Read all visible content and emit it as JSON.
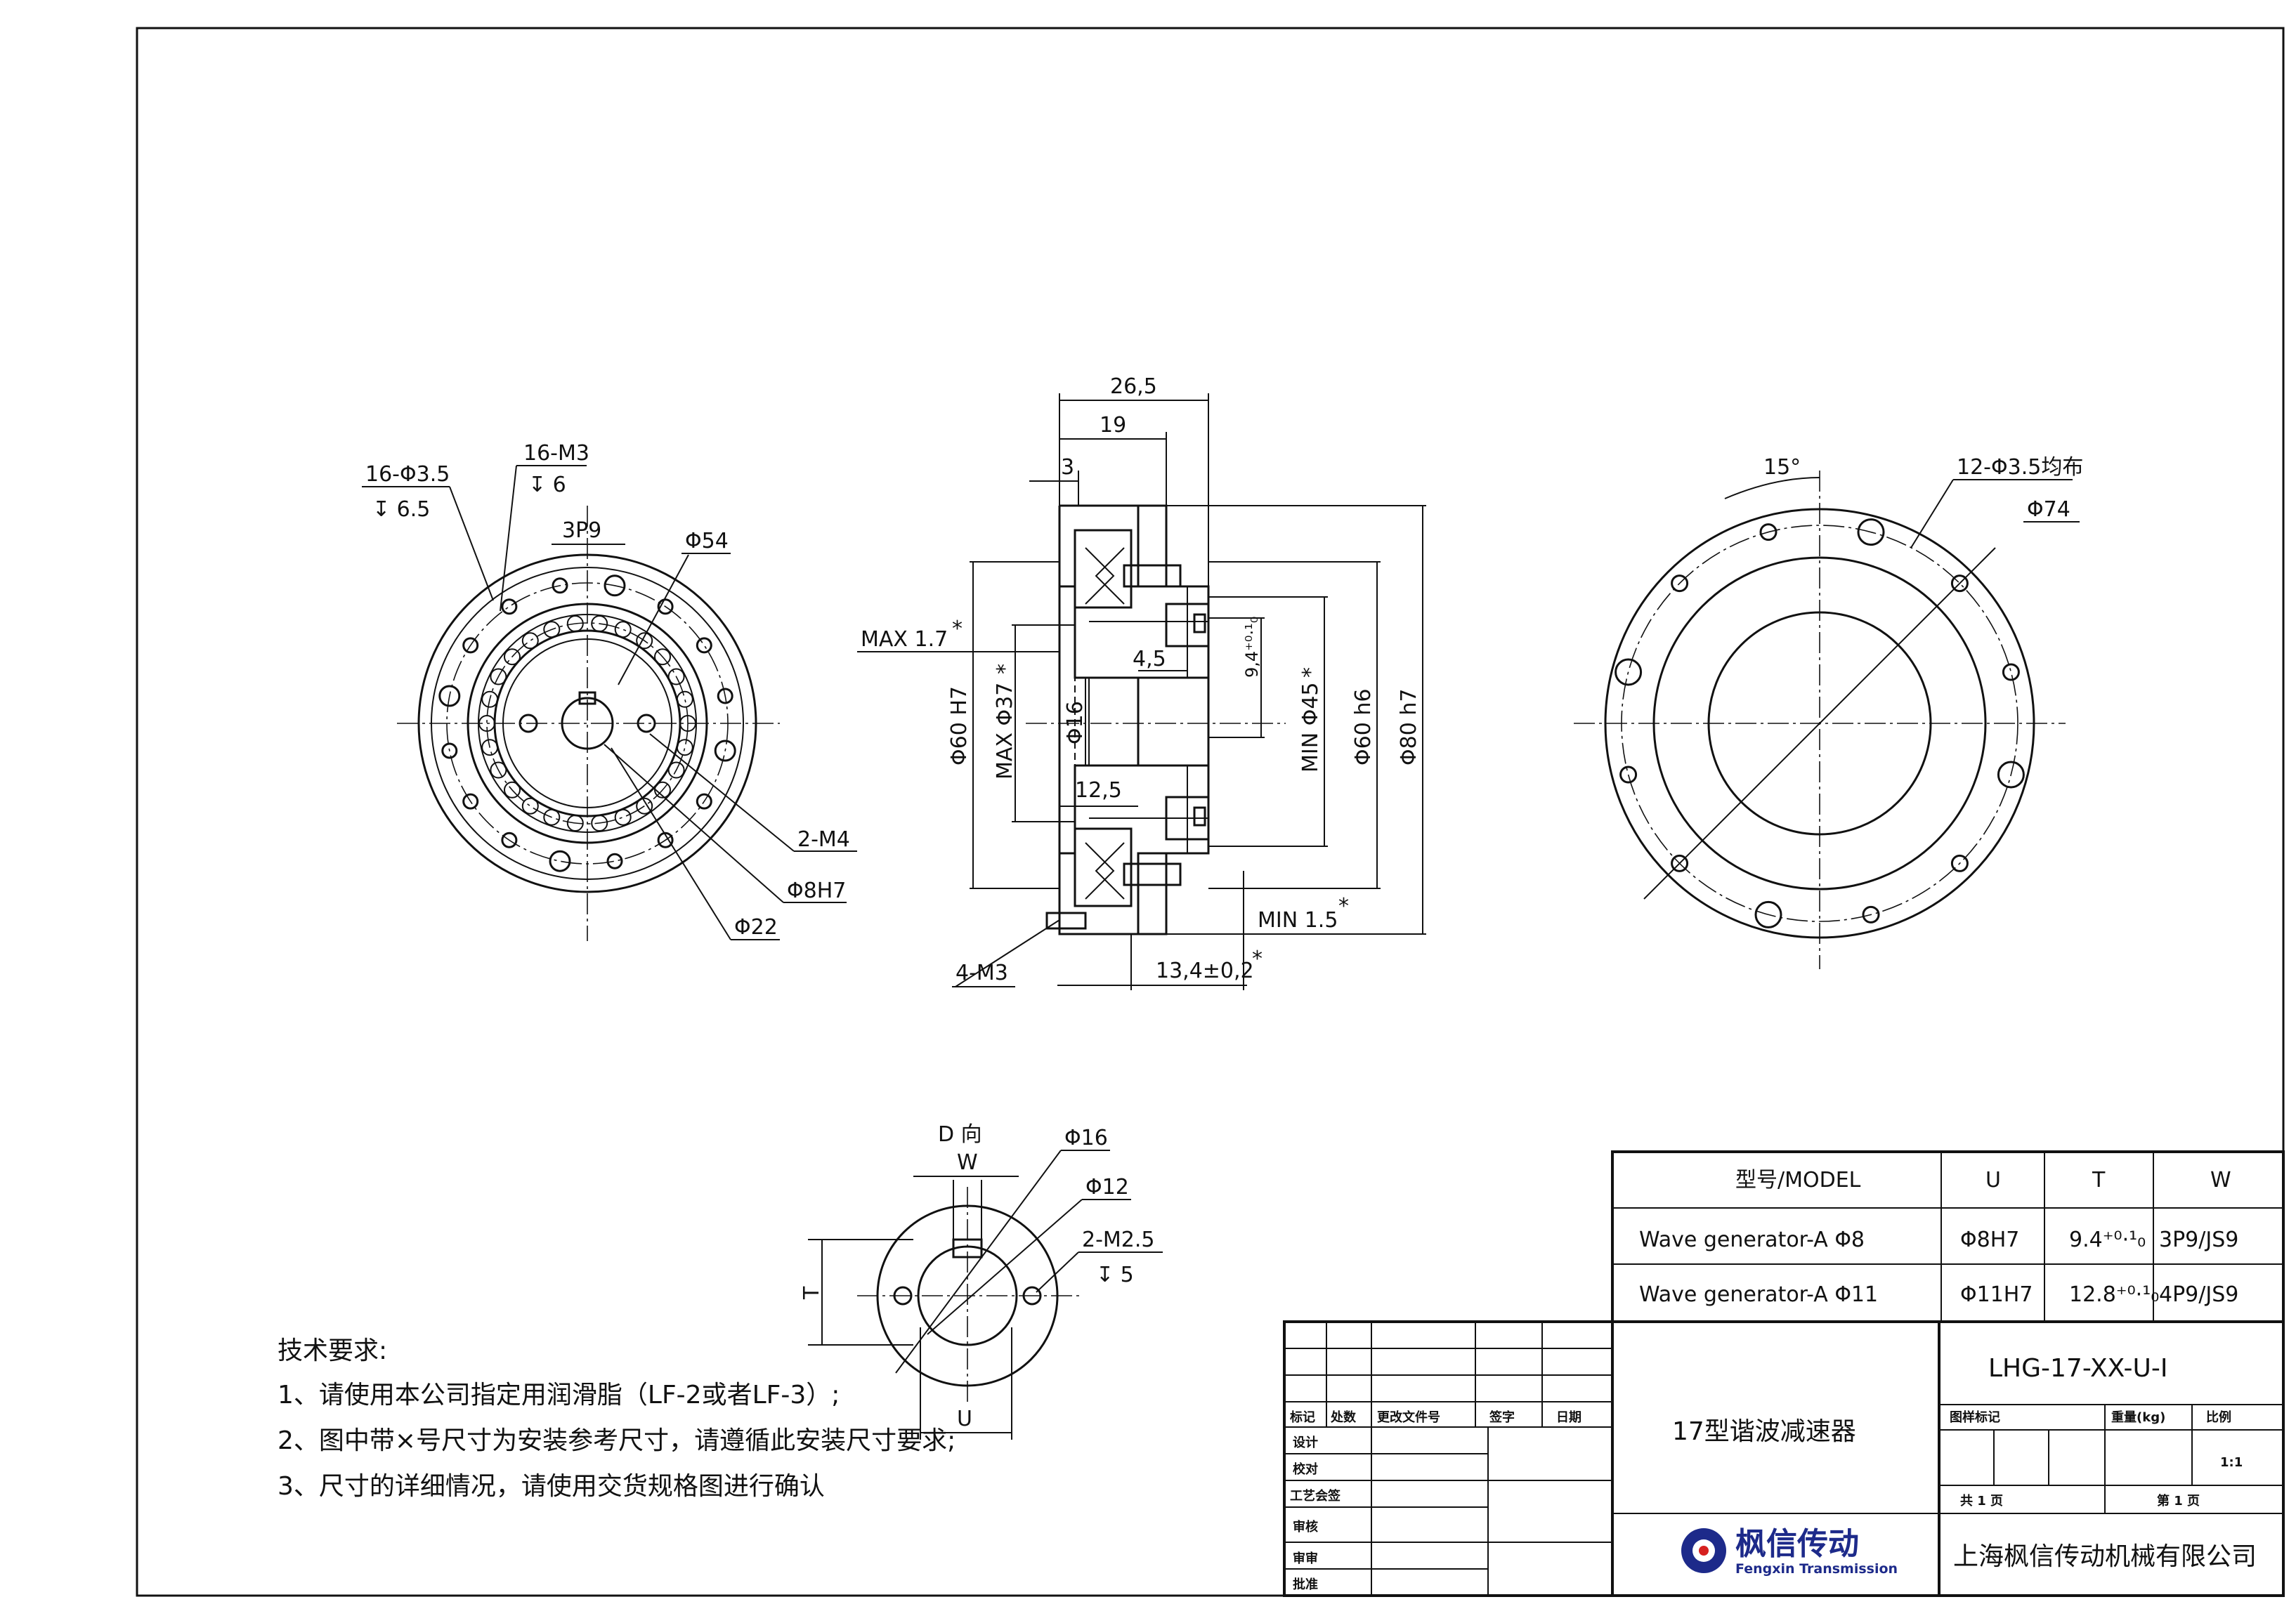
{
  "views": {
    "front": {
      "hole_a": "16-Φ3.5",
      "hole_a_depth": "↧ 6.5",
      "hole_b": "16-M3",
      "hole_b_depth": "↧ 6",
      "keyway": "3P9",
      "pcd": "Φ54",
      "tapped": "2-M4",
      "bore": "Φ8H7",
      "hub": "Φ22"
    },
    "section": {
      "w_total": "26,5",
      "w_19": "19",
      "w_3": "3",
      "max_gap": "MAX 1.7",
      "star": "*",
      "d60_h7": "Φ60 H7",
      "max_d37": "MAX Φ37",
      "d16": "Φ16",
      "w_4_5": "4,5",
      "h_9_4": "9,4⁺⁰·¹₀",
      "min_d45": "MIN Φ45",
      "d60_h6": "Φ60 h6",
      "d80_h7": "Φ80 h7",
      "w_12_5": "12,5",
      "min_gap": "MIN 1.5",
      "bolt": "4-M3",
      "w_13_4": "13,4±0,2"
    },
    "rear": {
      "angle": "15°",
      "holes": "12-Φ3.5均布",
      "pcd": "Φ74"
    },
    "detail": {
      "title": "D 向",
      "w": "W",
      "d16": "Φ16",
      "d12": "Φ12",
      "m25": "2-M2.5",
      "depth": "↧ 5",
      "t": "T",
      "u": "U"
    }
  },
  "notes": {
    "title": "技术要求:",
    "items": [
      "1、请使用本公司指定用润滑脂（LF-2或者LF-3）;",
      "2、图中带×号尺寸为安装参考尺寸，请遵循此安装尺寸要求;",
      "3、尺寸的详细情况，请使用交货规格图进行确认"
    ]
  },
  "model_table": {
    "headers": [
      "型号/MODEL",
      "U",
      "T",
      "W"
    ],
    "rows": [
      [
        "Wave generator-A Φ8",
        "Φ8H7",
        "9.4⁺⁰·¹₀",
        "3P9/JS9"
      ],
      [
        "Wave generator-A Φ11",
        "Φ11H7",
        "12.8⁺⁰·¹₀",
        "4P9/JS9"
      ]
    ]
  },
  "title_block": {
    "revision_labels": [
      "标记",
      "处数",
      "更改文件号",
      "签字",
      "日期"
    ],
    "role_labels": [
      "设计",
      "校对",
      "工艺会签",
      "审核",
      "审审",
      "批准"
    ],
    "drawing_name": "17型谐波减速器",
    "part_code": "LHG-17-XX-U-I",
    "attr_labels": [
      "图样标记",
      "重量(kg)",
      "比例"
    ],
    "scale": "1:1",
    "sheets_total": "共 1 页",
    "sheet_no": "第 1 页",
    "logo_cn": "枫信传动",
    "logo_en": "Fengxin Transmission",
    "company": "上海枫信传动机械有限公司"
  }
}
